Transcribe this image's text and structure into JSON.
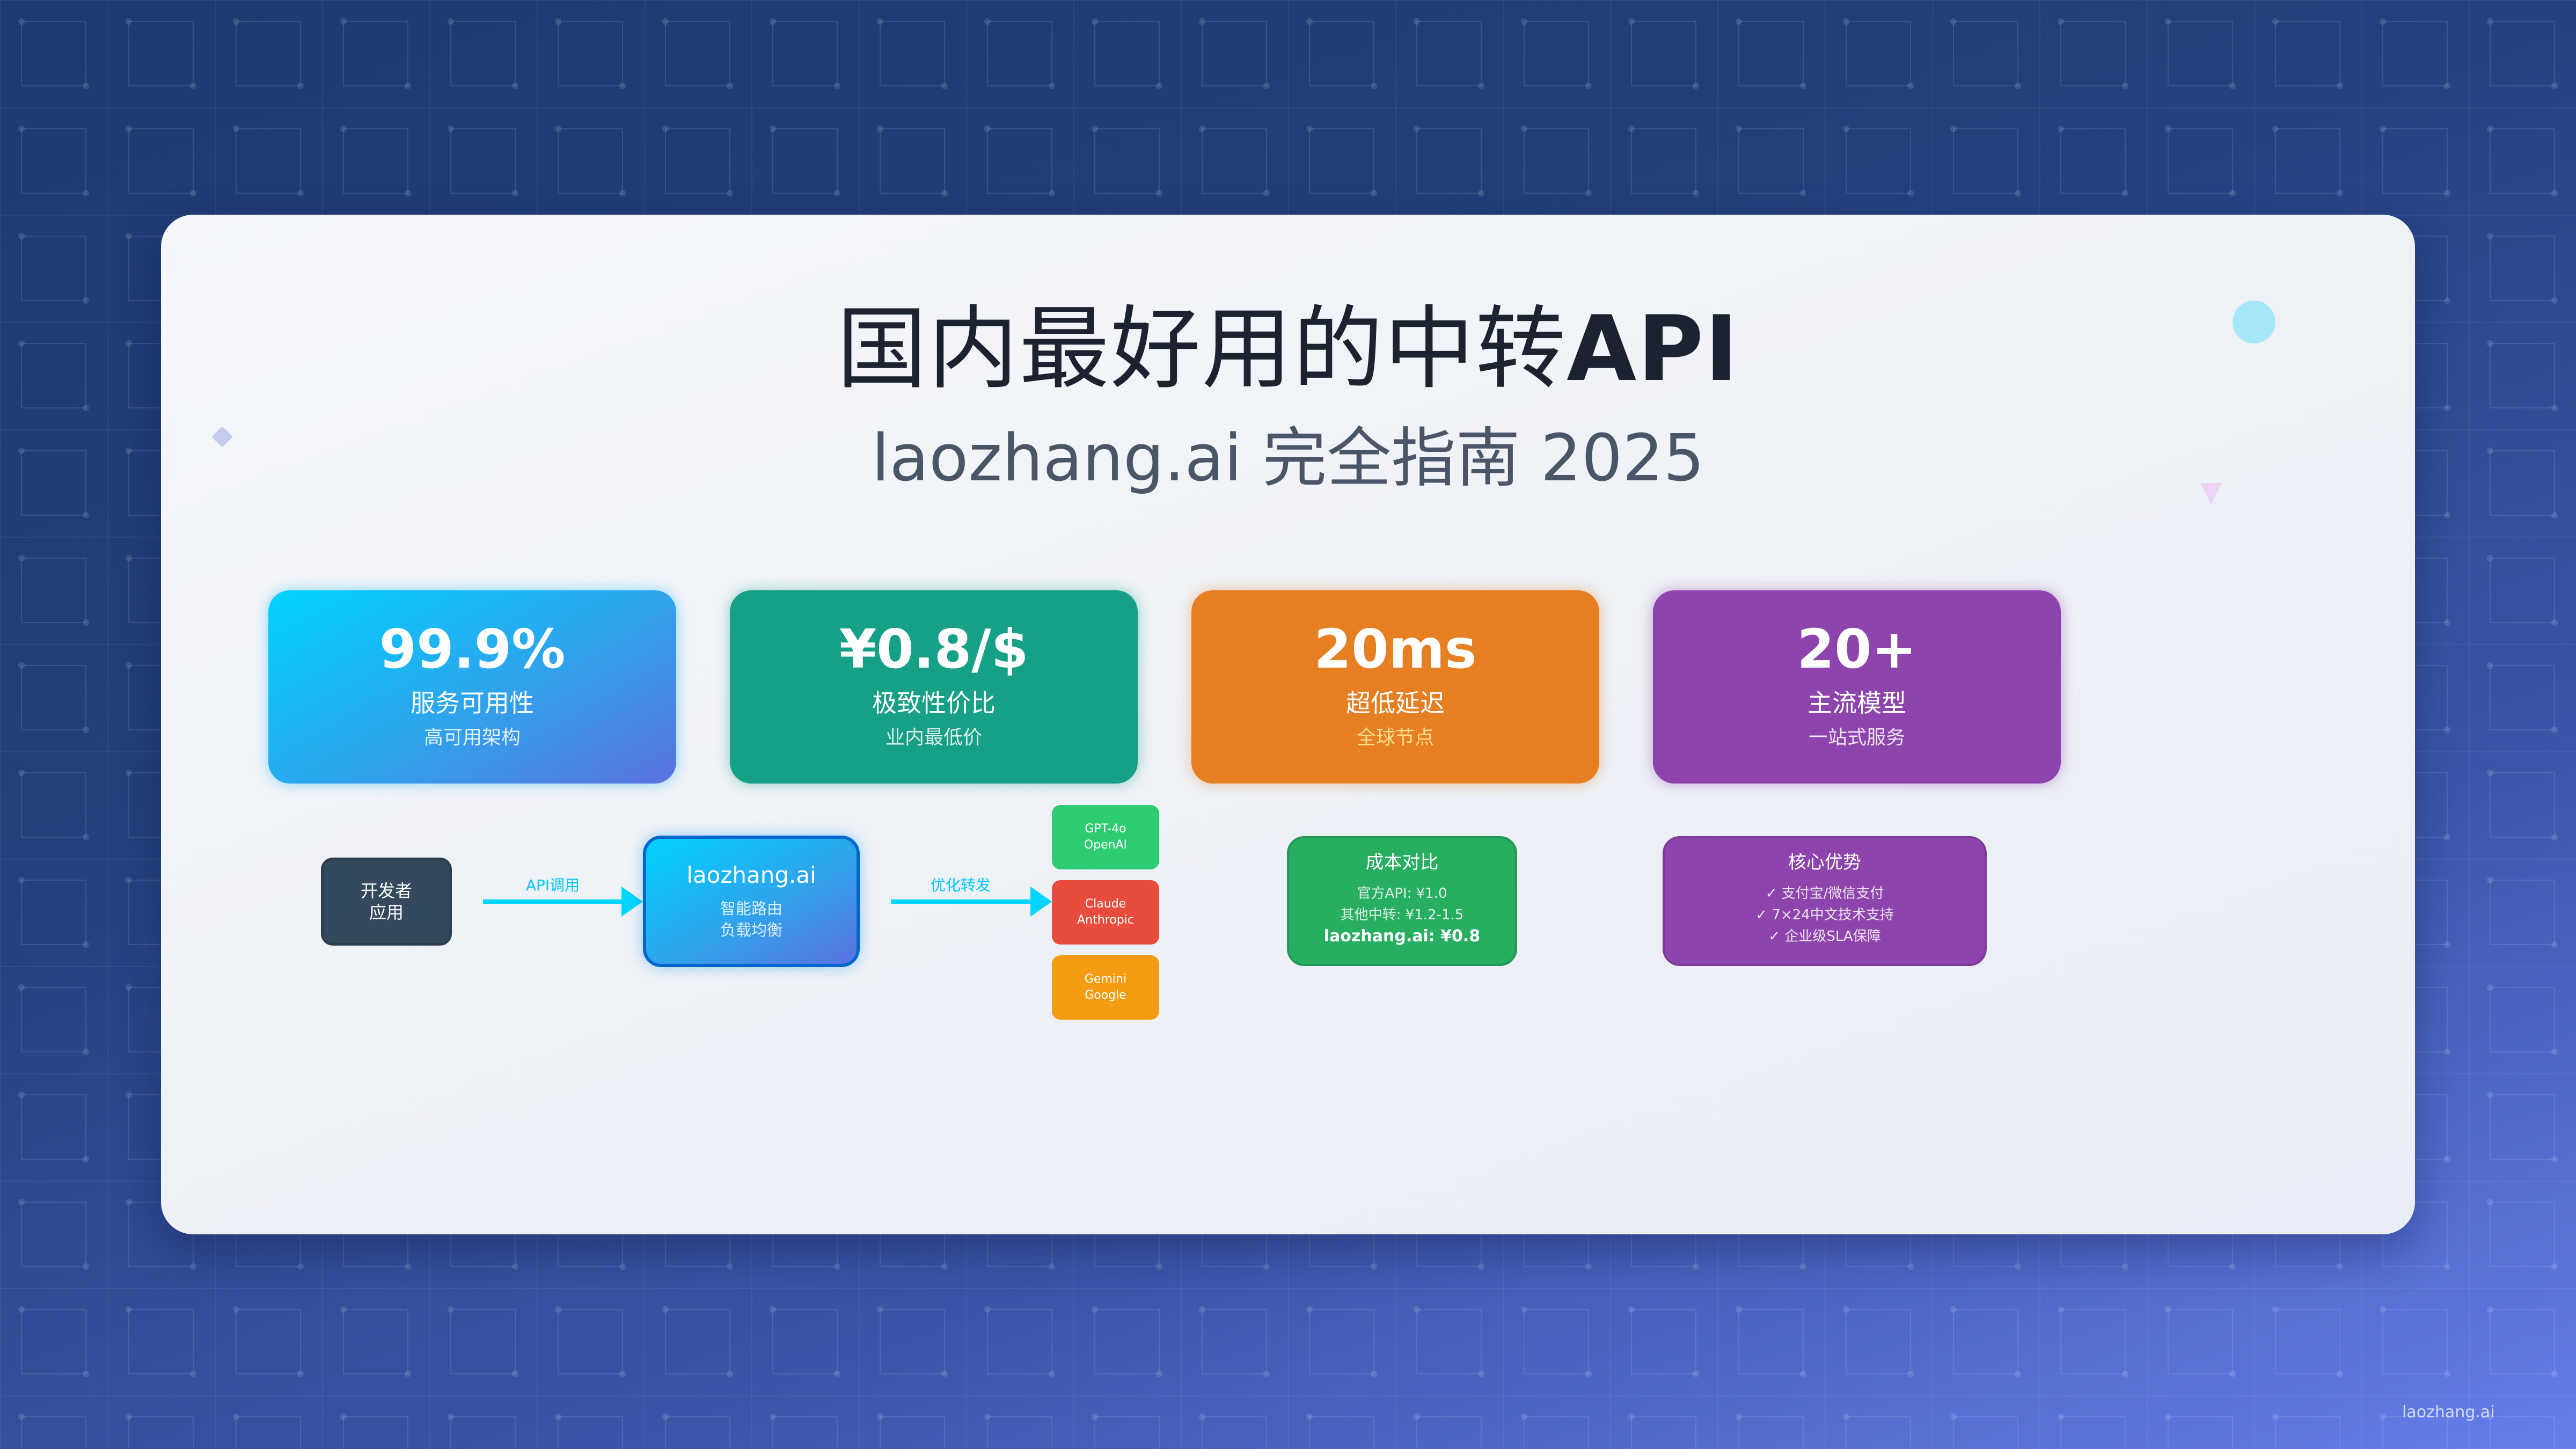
{
  "header": {
    "title_cn": "国内最好用的中转",
    "title_latin": "API",
    "subtitle": "laozhang.ai 完全指南 2025"
  },
  "stats": [
    {
      "value": "99.9%",
      "label": "服务可用性",
      "sub": "高可用架构",
      "color": "#00d2ff"
    },
    {
      "value": "¥0.8/$",
      "label": "极致性价比",
      "sub": "业内最低价",
      "color": "#16a085"
    },
    {
      "value": "20ms",
      "label": "超低延迟",
      "sub": "全球节点",
      "color": "#e67e22"
    },
    {
      "value": "20+",
      "label": "主流模型",
      "sub": "一站式服务",
      "color": "#8e44ad"
    }
  ],
  "flow": {
    "developer": {
      "line1": "开发者",
      "line2": "应用"
    },
    "arrow1_label": "API调用",
    "gateway": {
      "name": "laozhang.ai",
      "line1": "智能路由",
      "line2": "负载均衡"
    },
    "arrow2_label": "优化转发",
    "models": [
      {
        "name": "GPT-4o",
        "vendor": "OpenAI",
        "color": "#2ecc71"
      },
      {
        "name": "Claude",
        "vendor": "Anthropic",
        "color": "#e74c3c"
      },
      {
        "name": "Gemini",
        "vendor": "Google",
        "color": "#f39c12"
      }
    ]
  },
  "cost": {
    "title": "成本对比",
    "rows": [
      "官方API: ¥1.0",
      "其他中转: ¥1.2-1.5",
      "laozhang.ai: ¥0.8"
    ]
  },
  "advantages": {
    "title": "核心优势",
    "rows": [
      "✓ 支付宝/微信支付",
      "✓ 7×24中文技术支持",
      "✓ 企业级SLA保障"
    ]
  },
  "watermark": "laozhang.ai",
  "colors": {
    "accent_cyan": "#00d4ff",
    "gateway_border": "#0066cc",
    "developer_bg": "#34495e",
    "cost_bg": "#27ae60",
    "advantage_bg": "#8e44ad"
  }
}
